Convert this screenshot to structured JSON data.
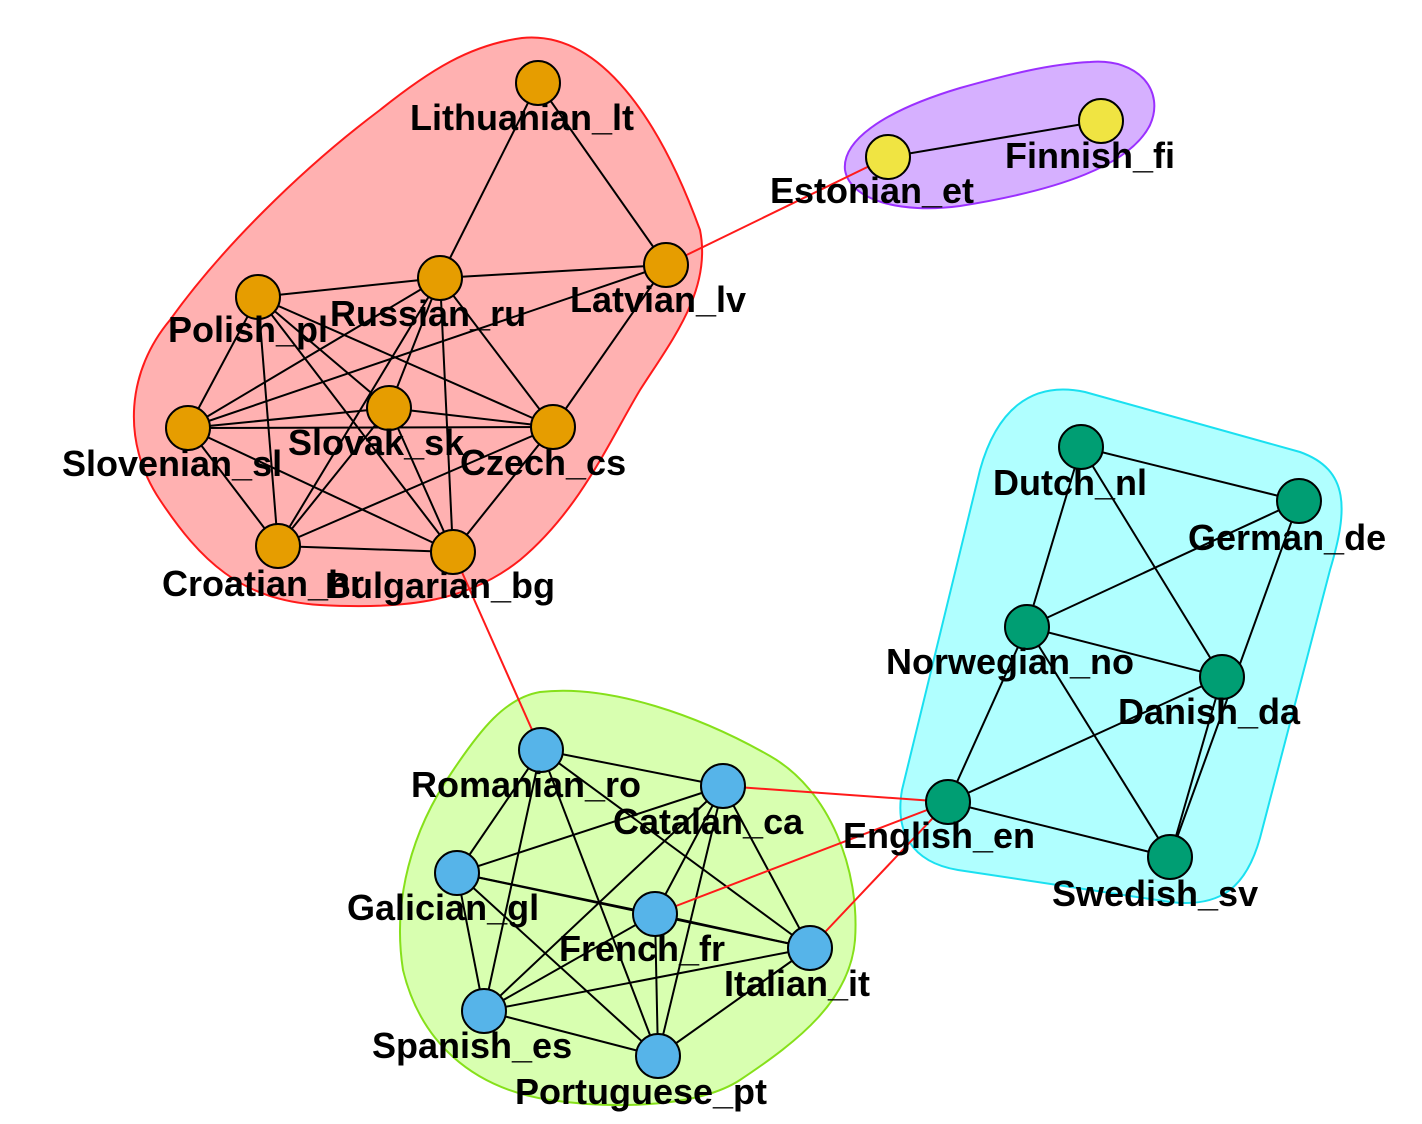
{
  "clusters": [
    {
      "id": "baltic-slavic",
      "fill": "#ffb1b1",
      "stroke": "#ff1a1a",
      "members": [
        "lt",
        "lv",
        "ru",
        "pl",
        "sk",
        "sl",
        "cs",
        "hr",
        "bg"
      ]
    },
    {
      "id": "finnic",
      "fill": "#d6b0ff",
      "stroke": "#9b30ff",
      "members": [
        "et",
        "fi"
      ]
    },
    {
      "id": "germanic",
      "fill": "#b0ffff",
      "stroke": "#1ae0f0",
      "members": [
        "nl",
        "de",
        "no",
        "da",
        "en",
        "sv"
      ]
    },
    {
      "id": "romance",
      "fill": "#d8ffb0",
      "stroke": "#86e01a",
      "members": [
        "ro",
        "ca",
        "gl",
        "fr",
        "it",
        "es",
        "pt"
      ]
    }
  ],
  "colors": {
    "slavic_node": "#e69d00",
    "finnic_node": "#f0e442",
    "germanic_node": "#009e73",
    "romance_node": "#56b4e9",
    "edge": "#000000",
    "bridge_edge": "#ff1a1a"
  },
  "nodes": [
    {
      "id": "lt",
      "label": "Lithuanian_lt",
      "group": "slavic_node"
    },
    {
      "id": "lv",
      "label": "Latvian_lv",
      "group": "slavic_node"
    },
    {
      "id": "ru",
      "label": "Russian_ru",
      "group": "slavic_node"
    },
    {
      "id": "pl",
      "label": "Polish_pl",
      "group": "slavic_node"
    },
    {
      "id": "sk",
      "label": "Slovak_sk",
      "group": "slavic_node"
    },
    {
      "id": "sl",
      "label": "Slovenian_sl",
      "group": "slavic_node"
    },
    {
      "id": "cs",
      "label": "Czech_cs",
      "group": "slavic_node"
    },
    {
      "id": "hr",
      "label": "Croatian_hr",
      "group": "slavic_node"
    },
    {
      "id": "bg",
      "label": "Bulgarian_bg",
      "group": "slavic_node"
    },
    {
      "id": "et",
      "label": "Estonian_et",
      "group": "finnic_node"
    },
    {
      "id": "fi",
      "label": "Finnish_fi",
      "group": "finnic_node"
    },
    {
      "id": "nl",
      "label": "Dutch_nl",
      "group": "germanic_node"
    },
    {
      "id": "de",
      "label": "German_de",
      "group": "germanic_node"
    },
    {
      "id": "no",
      "label": "Norwegian_no",
      "group": "germanic_node"
    },
    {
      "id": "da",
      "label": "Danish_da",
      "group": "germanic_node"
    },
    {
      "id": "en",
      "label": "English_en",
      "group": "germanic_node"
    },
    {
      "id": "sv",
      "label": "Swedish_sv",
      "group": "germanic_node"
    },
    {
      "id": "ro",
      "label": "Romanian_ro",
      "group": "romance_node"
    },
    {
      "id": "ca",
      "label": "Catalan_ca",
      "group": "romance_node"
    },
    {
      "id": "gl",
      "label": "Galician_gl",
      "group": "romance_node"
    },
    {
      "id": "fr",
      "label": "French_fr",
      "group": "romance_node"
    },
    {
      "id": "it",
      "label": "Italian_it",
      "group": "romance_node"
    },
    {
      "id": "es",
      "label": "Spanish_es",
      "group": "romance_node"
    },
    {
      "id": "pt",
      "label": "Portuguese_pt",
      "group": "romance_node"
    }
  ],
  "edges": [
    [
      "lt",
      "ru"
    ],
    [
      "lt",
      "lv"
    ],
    [
      "pl",
      "ru"
    ],
    [
      "pl",
      "sl"
    ],
    [
      "pl",
      "hr"
    ],
    [
      "pl",
      "cs"
    ],
    [
      "pl",
      "bg"
    ],
    [
      "pl",
      "sk"
    ],
    [
      "ru",
      "lv"
    ],
    [
      "ru",
      "sk"
    ],
    [
      "ru",
      "sl"
    ],
    [
      "ru",
      "cs"
    ],
    [
      "ru",
      "hr"
    ],
    [
      "ru",
      "bg"
    ],
    [
      "lv",
      "cs"
    ],
    [
      "lv",
      "sl"
    ],
    [
      "sl",
      "sk"
    ],
    [
      "sl",
      "cs"
    ],
    [
      "sl",
      "hr"
    ],
    [
      "sl",
      "bg"
    ],
    [
      "sk",
      "cs"
    ],
    [
      "sk",
      "hr"
    ],
    [
      "sk",
      "bg"
    ],
    [
      "cs",
      "hr"
    ],
    [
      "cs",
      "bg"
    ],
    [
      "hr",
      "bg"
    ],
    [
      "et",
      "fi"
    ],
    [
      "nl",
      "de"
    ],
    [
      "nl",
      "no"
    ],
    [
      "nl",
      "da"
    ],
    [
      "de",
      "no"
    ],
    [
      "de",
      "sv"
    ],
    [
      "no",
      "da"
    ],
    [
      "no",
      "en"
    ],
    [
      "no",
      "sv"
    ],
    [
      "da",
      "en"
    ],
    [
      "da",
      "sv"
    ],
    [
      "en",
      "sv"
    ],
    [
      "ro",
      "ca"
    ],
    [
      "ro",
      "gl"
    ],
    [
      "ro",
      "es"
    ],
    [
      "ro",
      "pt"
    ],
    [
      "ro",
      "it"
    ],
    [
      "ca",
      "gl"
    ],
    [
      "ca",
      "fr"
    ],
    [
      "ca",
      "es"
    ],
    [
      "ca",
      "pt"
    ],
    [
      "ca",
      "it"
    ],
    [
      "gl",
      "fr"
    ],
    [
      "gl",
      "it"
    ],
    [
      "gl",
      "es"
    ],
    [
      "gl",
      "pt"
    ],
    [
      "fr",
      "it"
    ],
    [
      "fr",
      "es"
    ],
    [
      "fr",
      "pt"
    ],
    [
      "it",
      "es"
    ],
    [
      "it",
      "pt"
    ],
    [
      "es",
      "pt"
    ]
  ],
  "bridge_edges": [
    [
      "lv",
      "et"
    ],
    [
      "bg",
      "ro"
    ],
    [
      "ca",
      "en"
    ],
    [
      "fr",
      "en"
    ],
    [
      "it",
      "en"
    ]
  ]
}
